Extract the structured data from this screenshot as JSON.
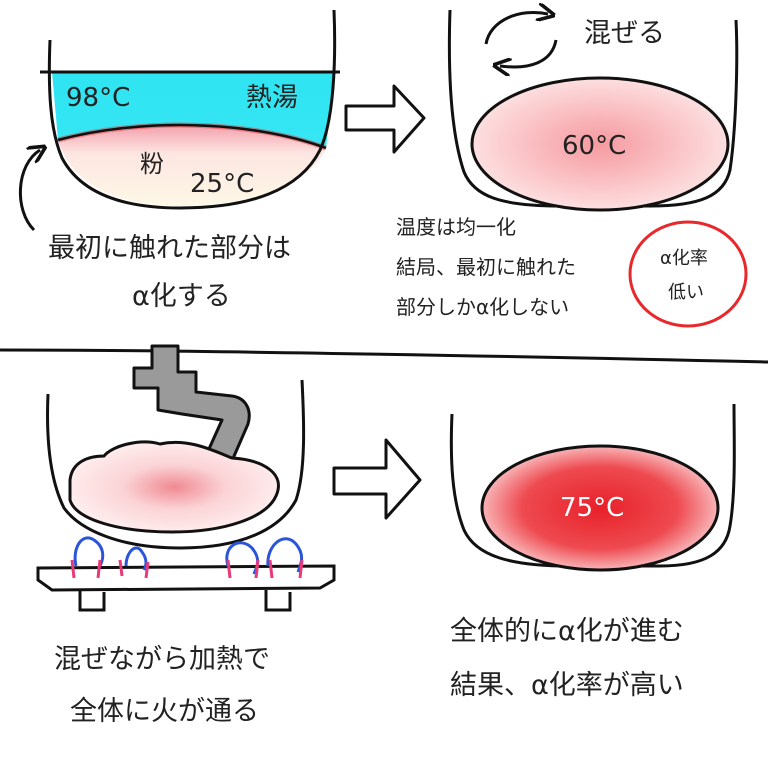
{
  "panel1": {
    "hot_water_temp": "98°C",
    "hot_water_label": "熱湯",
    "powder_label": "粉",
    "powder_temp": "25°C",
    "caption_line1": "最初に触れた部分は",
    "caption_line2": "α化する"
  },
  "panel2": {
    "stir_label": "混ぜる",
    "temp": "60°C",
    "note_line1": "温度は均一化",
    "note_line2": "結局、最初に触れた",
    "note_line3": "部分しかα化しない",
    "circled_line1": "α化率",
    "circled_line2": "低い"
  },
  "panel3": {
    "caption_line1": "混ぜながら加熱で",
    "caption_line2": "全体に火が通る"
  },
  "panel4": {
    "temp": "75°C",
    "caption_line1": "全体的にα化が進む",
    "caption_line2": "結果、α化率が高い"
  },
  "colors": {
    "hot_water": "#2fe2f0",
    "heat_red": "#e8383a",
    "circle_red": "#e8282a",
    "flame_blue": "#2a55d8",
    "flame_pink": "#e83a78",
    "spatula_gray": "#9a9a9a",
    "ink": "#111111"
  }
}
